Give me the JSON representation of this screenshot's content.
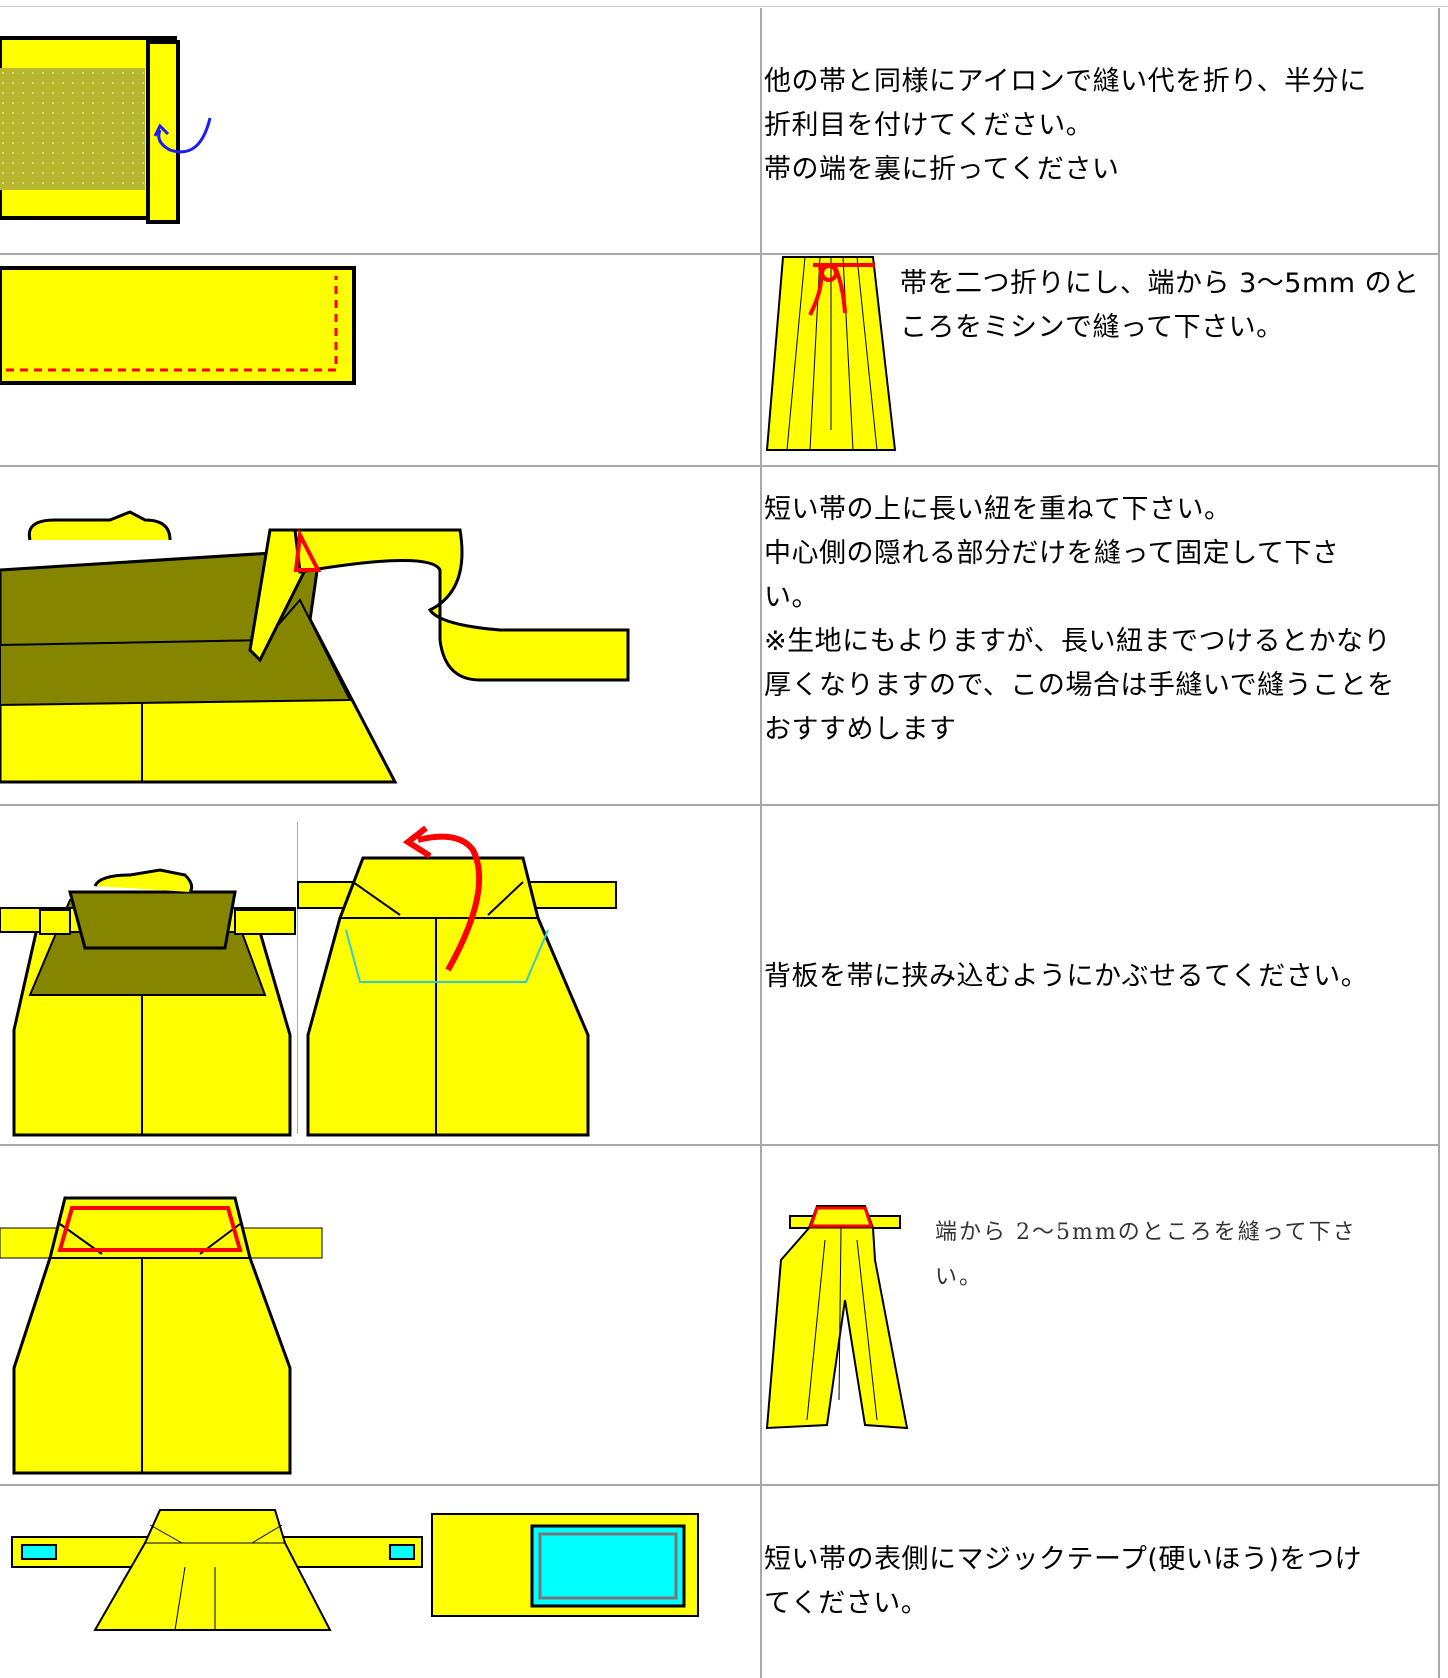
{
  "rows": [
    {
      "lines": [
        "他の帯と同様にアイロンで縫い代を折り、半分に",
        "折利目を付けてください。",
        "帯の端を裏に折ってください"
      ]
    },
    {
      "lines": [
        "帯を二つ折りにし、端から 3〜5mm のと",
        "ころをミシンで縫って下さい。"
      ]
    },
    {
      "lines": [
        "短い帯の上に長い紐を重ねて下さい。",
        "中心側の隠れる部分だけを縫って固定して下さ",
        "い。",
        "※生地にもよりますが、長い紐までつけるとかなり",
        "厚くなりますので、この場合は手縫いで縫うことを",
        "おすすめします"
      ]
    },
    {
      "lines": [
        "背板を帯に挟み込むようにかぶせるてください。"
      ]
    },
    {
      "lines": [
        "端から 2〜5mmのところを縫って下さ",
        "い。"
      ]
    },
    {
      "lines": [
        "短い帯の表側にマジックテープ(硬いほう)をつけ",
        "てください。"
      ]
    }
  ],
  "colors": {
    "fabric": "#ffff00",
    "dark": "#858500",
    "stitch": "#ff0000",
    "arrow_blue": "#1a1aff",
    "velcro": "#00ffff",
    "outline_cyan": "#33cccc"
  }
}
